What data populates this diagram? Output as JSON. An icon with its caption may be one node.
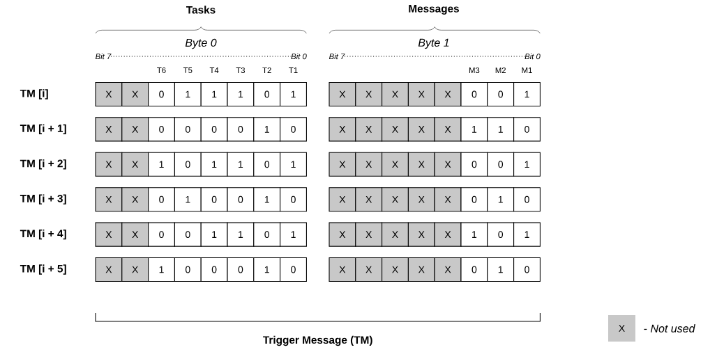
{
  "diagram": {
    "labels": [
      "Tasks",
      "Messages",
      "Byte 0",
      "Byte 1",
      "Bit 7",
      "Bit 0",
      "Bit 7",
      "Bit 0",
      "T6",
      "T5",
      "T4",
      "T3",
      "T2",
      "T1",
      "M3",
      "M2",
      "M1",
      "TM [i]",
      "X",
      "X",
      "0",
      "1",
      "1",
      "1",
      "0",
      "1",
      "X",
      "X",
      "X",
      "X",
      "X",
      "0",
      "0",
      "1",
      "TM [i + 1]",
      "X",
      "X",
      "0",
      "0",
      "0",
      "0",
      "1",
      "0",
      "X",
      "X",
      "X",
      "X",
      "X",
      "1",
      "1",
      "0",
      "TM [i + 2]",
      "X",
      "X",
      "1",
      "0",
      "1",
      "1",
      "0",
      "1",
      "X",
      "X",
      "X",
      "X",
      "X",
      "0",
      "0",
      "1",
      "TM [i + 3]",
      "X",
      "X",
      "0",
      "1",
      "0",
      "0",
      "1",
      "0",
      "X",
      "X",
      "X",
      "X",
      "X",
      "0",
      "1",
      "0",
      "TM [i + 4]",
      "X",
      "X",
      "0",
      "0",
      "1",
      "1",
      "0",
      "1",
      "X",
      "X",
      "X",
      "X",
      "X",
      "1",
      "0",
      "1",
      "TM [i + 5]",
      "X",
      "X",
      "1",
      "0",
      "0",
      "0",
      "1",
      "0",
      "X",
      "X",
      "X",
      "X",
      "X",
      "0",
      "1",
      "0",
      "Trigger Message (TM)",
      "X"
    ],
    "legend": [
      {
        "text": "- *Not used*",
        "color": "#c8c8c8"
      }
    ]
  }
}
